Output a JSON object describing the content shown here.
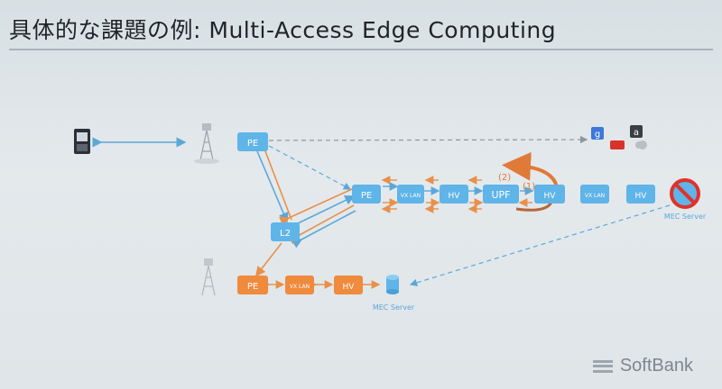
{
  "slide": {
    "title": "具体的な課題の例: Multi-Access Edge Computing"
  },
  "nodes": {
    "pe_top": "PE",
    "pe_center": "PE",
    "l2": "L2",
    "vxlan_center": "VX LAN",
    "hv_center": "HV",
    "upf": "UPF",
    "hv_upf": "HV",
    "vxlan_right": "VX LAN",
    "hv_right": "HV",
    "pe_edge": "PE",
    "vxlan_edge": "VX LAN",
    "hv_edge": "HV"
  },
  "labels": {
    "step1": "(1)",
    "step2": "(2)",
    "mec_server_remote": "MEC Server",
    "mec_server_local": "MEC Server"
  },
  "brand": {
    "logo_text": "SoftBank"
  },
  "icons": [
    "mobile-phone-icon",
    "cell-tower-icon",
    "google-icon",
    "youtube-icon",
    "amazon-icon",
    "apple-icon",
    "prohibited-icon",
    "server-cylinder-icon"
  ],
  "colors": {
    "blue_node": "#5fb4e8",
    "orange_node": "#f08a3c",
    "blue_line": "#5aa8d8",
    "orange_line": "#e8904a",
    "prohibit_red": "#e0322a"
  }
}
